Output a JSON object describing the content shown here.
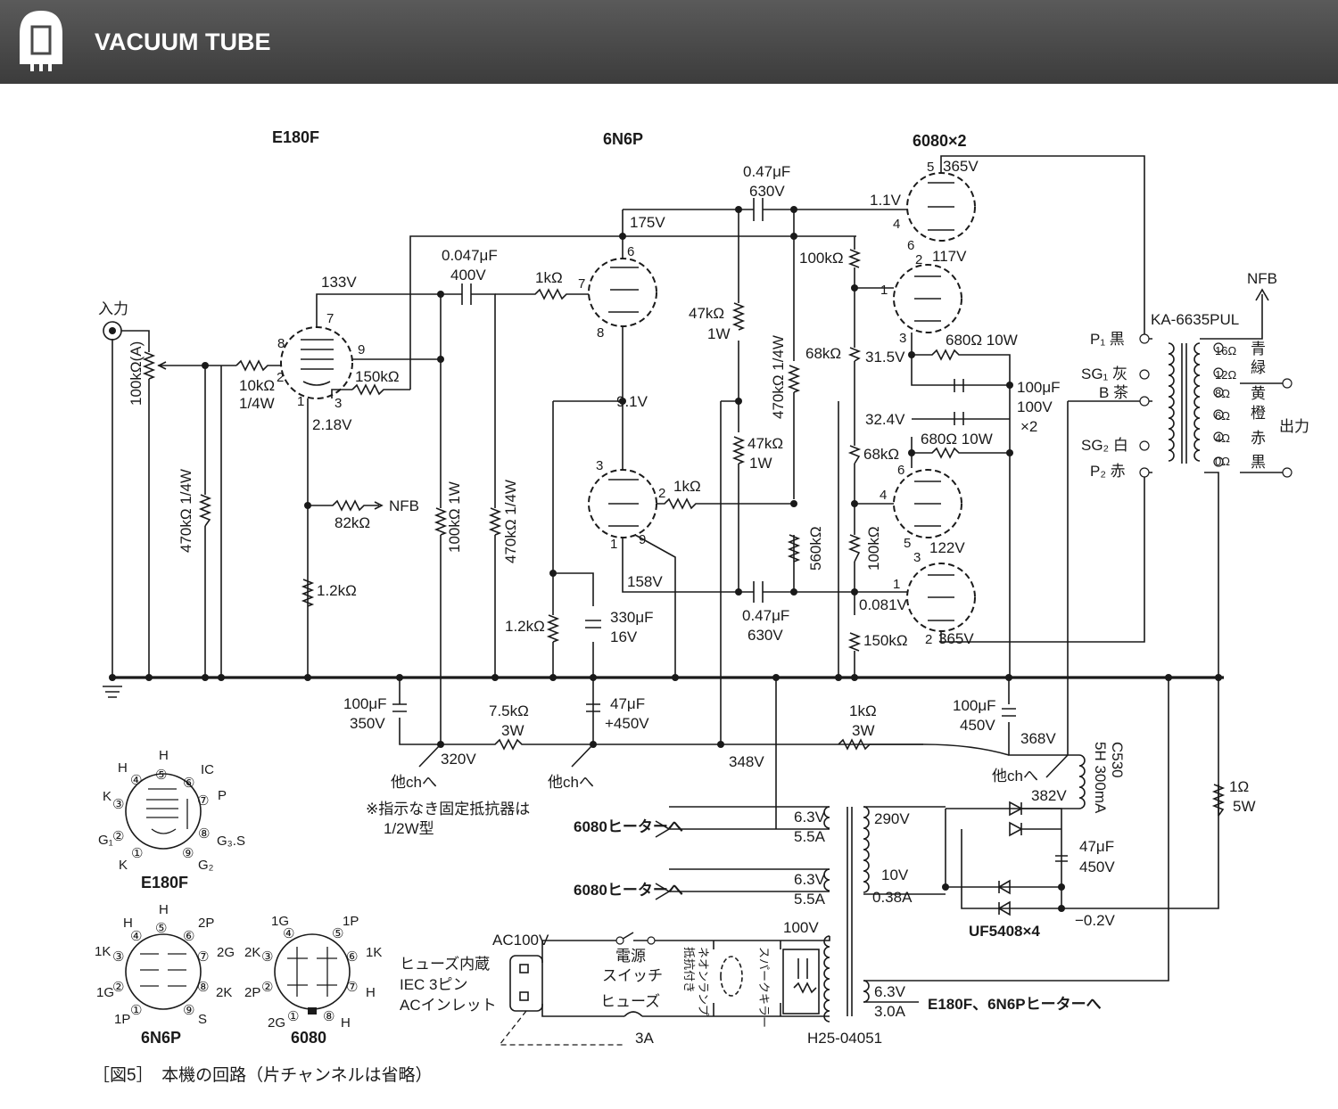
{
  "header": {
    "title": "VACUUM TUBE",
    "bar_color": "#4a4a4a",
    "title_color": "#ffffff"
  },
  "tubes": {
    "e180f": "E180F",
    "n6n6p": "6N6P",
    "t6080": "6080×2"
  },
  "labels": {
    "input": "入力",
    "volume": "100kΩ(A)",
    "r470k_14w": "470kΩ 1/4W",
    "r10k": "10kΩ",
    "r10k_w": "1/4W",
    "v133": "133V",
    "v218": "2.18V",
    "r150k": "150kΩ",
    "c0047": "0.047μF",
    "c0047_v": "400V",
    "r1k_a": "1kΩ",
    "v175": "175V",
    "c047_top": "0.47μF",
    "c047_top_v": "630V",
    "r47k_1w_a": "47kΩ",
    "r47k_1w_a_w": "1W",
    "r470k_v": "470kΩ 1/4W",
    "r100k_top": "100kΩ",
    "r68k_a": "68kΩ",
    "r68k_b": "68kΩ",
    "r47k_b": "47kΩ",
    "r47k_b_w": "1W",
    "v91": "9.1V",
    "r1k_b": "1kΩ",
    "r560k": "560kΩ",
    "r82k": "82kΩ",
    "nfb": "NFB",
    "r12k_a": "1.2kΩ",
    "r100k_1w": "100kΩ 1W",
    "r470k_14w_b": "470kΩ 1/4W",
    "v158": "158V",
    "r12k_b": "1.2kΩ",
    "c330": "330μF",
    "c330_v": "16V",
    "c047_bot": "0.47μF",
    "c047_bot_v": "630V",
    "r100k_mid": "100kΩ",
    "r150k_b": "150kΩ",
    "v11": "1.1V",
    "v365_a": "365V",
    "v117": "117V",
    "v315": "31.5V",
    "r680_a": "680Ω 10W",
    "c100_2": "100μF",
    "c100_2_v": "100V",
    "c100_2_x": "×2",
    "v324": "32.4V",
    "r680_b": "680Ω 10W",
    "v122": "122V",
    "v0081": "0.081V",
    "v365_b": "365V",
    "ka": "KA-6635PUL",
    "nfb2": "NFB",
    "p1": "P₁ 黒",
    "sg1": "SG₁ 灰",
    "b": "B 茶",
    "sg2": "SG₂ 白",
    "p2": "P₂ 赤",
    "o16": "16Ω",
    "o12": "12Ω",
    "o8": "8Ω",
    "o6": "6Ω",
    "o4": "4Ω",
    "o0": "0Ω",
    "c_ao": "青",
    "c_midori": "緑",
    "c_ki": "黄",
    "c_dai": "橙",
    "c_aka": "赤",
    "c_kuro": "黒",
    "output": "出力",
    "c100_350": "100μF",
    "c100_350_v": "350V",
    "r75k": "7.5kΩ",
    "r75k_w": "3W",
    "c47_450a": "47μF",
    "c47_450a_v": "+450V",
    "r1k_3w": "1kΩ",
    "r1k_3w_w": "3W",
    "c100_450": "100μF",
    "c100_450_v": "450V",
    "v368": "368V",
    "v320": "320V",
    "v348": "348V",
    "other_ch_a": "他chへ",
    "other_ch_b": "他chへ",
    "other_ch_c": "他chへ",
    "note1": "※指示なき固定抵抗器は",
    "note2": "1/2W型",
    "choke": "C530",
    "choke_v": "5H 300mA",
    "heater_6080_a": "6080ヒーターへ",
    "heater_6080_b": "6080ヒーターへ",
    "h63_a": "6.3V",
    "h55_a": "5.5A",
    "h63_b": "6.3V",
    "h55_b": "5.5A",
    "s290": "290V",
    "s10": "10V",
    "s038": "0.38A",
    "v382": "382V",
    "c47_450b": "47μF",
    "c47_450b_v": "450V",
    "diodes": "UF5408×4",
    "vm02": "−0.2V",
    "r1_5w": "1Ω",
    "r1_5w_w": "5W",
    "ac100": "AC100V",
    "inlet1": "ヒューズ内蔵",
    "inlet2": "IEC 3ピン",
    "inlet3": "ACインレット",
    "sw1": "電源",
    "sw2": "スイッチ",
    "fuse": "ヒューズ",
    "fuse_a": "3A",
    "neon": "抵抗付き",
    "neon2": "ネオンランプ",
    "spark": "スパークキラー",
    "v100": "100V",
    "h63_c": "6.3V",
    "h30_c": "3.0A",
    "heater_small": "E180F、6N6Pヒーターへ",
    "xfmr": "H25-04051",
    "caption": "［図5］　本機の回路（片チャンネルは省略）"
  },
  "pinouts": {
    "e180f": {
      "name": "E180F",
      "pins": [
        "H",
        "⑤",
        "⑥",
        "IC",
        "⑦",
        "P",
        "③",
        "K",
        "②",
        "G₁",
        "①",
        "K",
        "⑨",
        "G₂",
        "⑧",
        "G₃.S",
        "H",
        "④"
      ]
    },
    "n6n6p": {
      "name": "6N6P",
      "pins": [
        "H",
        "④",
        "H",
        "⑤",
        "2P",
        "⑥",
        "1K",
        "③",
        "⑦",
        "2G",
        "1G",
        "②",
        "⑧",
        "2K",
        "1P",
        "①",
        "⑨",
        "S"
      ]
    },
    "t6080": {
      "name": "6080",
      "pins": [
        "1G",
        "④",
        "1P",
        "⑤",
        "2K",
        "③",
        "⑥",
        "1K",
        "2P",
        "②",
        "⑦",
        "H",
        "2G",
        "①",
        "⑧",
        "H"
      ]
    }
  }
}
